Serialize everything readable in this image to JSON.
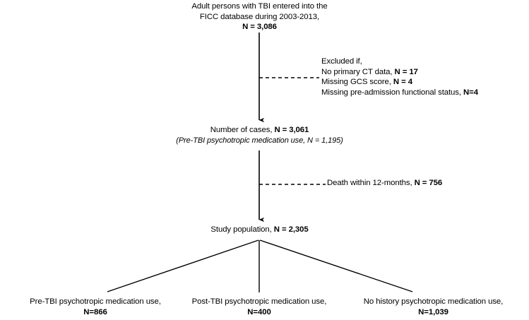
{
  "diagram": {
    "title": "Study cohort flow diagram",
    "stroke_color": "#000000",
    "background_color": "#ffffff",
    "nodes": {
      "source": {
        "line1": "Adult persons with TBI entered into the",
        "line2": "FICC database during 2003-2013,",
        "count_label": "N = 3,086"
      },
      "excluded": {
        "line1": "Excluded if,",
        "line2_text": "No primary CT data, ",
        "line2_count": "N = 17",
        "line3_text": "Missing GCS score, ",
        "line3_count": "N = 4",
        "line4_text": "Missing pre-admission functional status, ",
        "line4_count": "N=4"
      },
      "cases": {
        "line1_text": "Number of cases, ",
        "line1_count": "N = 3,061",
        "line2_note": "(Pre-TBI psychotropic medication use, N = 1,195)"
      },
      "death": {
        "text": "Death within 12-months, ",
        "count": "N = 756"
      },
      "study": {
        "text": "Study population, ",
        "count": "N = 2,305"
      },
      "group_pre": {
        "line1": "Pre-TBI psychotropic medication use,",
        "count": "N=866"
      },
      "group_post": {
        "line1": "Post-TBI psychotropic medication use,",
        "count": "N=400"
      },
      "group_none": {
        "line1": "No history psychotropic medication use,",
        "count": "N=1,039"
      }
    },
    "connectors": {
      "arrow_source_to_cases": "solid-arrow-down",
      "branch_excluded": "dashed-line-right",
      "arrow_cases_to_study": "solid-arrow-down",
      "branch_death": "dashed-line-right",
      "split_left": "diagonal-line-down-left",
      "split_center": "vertical-line-down",
      "split_right": "diagonal-line-down-right"
    }
  },
  "chart_data": {
    "type": "flowchart",
    "title": "Adult TBI cohort selection flow",
    "stages": [
      {
        "id": "source",
        "label": "Adult persons with TBI entered into the FICC database during 2003-2013",
        "n": 3086
      },
      {
        "id": "cases",
        "label": "Number of cases",
        "n": 3061,
        "note": "Pre-TBI psychotropic medication use, N = 1,195",
        "note_n": 1195
      },
      {
        "id": "study",
        "label": "Study population",
        "n": 2305
      }
    ],
    "exclusions": [
      {
        "id": "no-ct",
        "label": "No primary CT data",
        "n": 17
      },
      {
        "id": "missing-gcs",
        "label": "Missing GCS score",
        "n": 4
      },
      {
        "id": "missing-status",
        "label": "Missing pre-admission functional status",
        "n": 4
      },
      {
        "id": "death-12mo",
        "label": "Death within 12-months",
        "n": 756
      }
    ],
    "final_groups": [
      {
        "id": "pre",
        "label": "Pre-TBI psychotropic medication use",
        "n": 866
      },
      {
        "id": "post",
        "label": "Post-TBI psychotropic medication use",
        "n": 400
      },
      {
        "id": "none",
        "label": "No history psychotropic medication use",
        "n": 1039
      }
    ]
  }
}
